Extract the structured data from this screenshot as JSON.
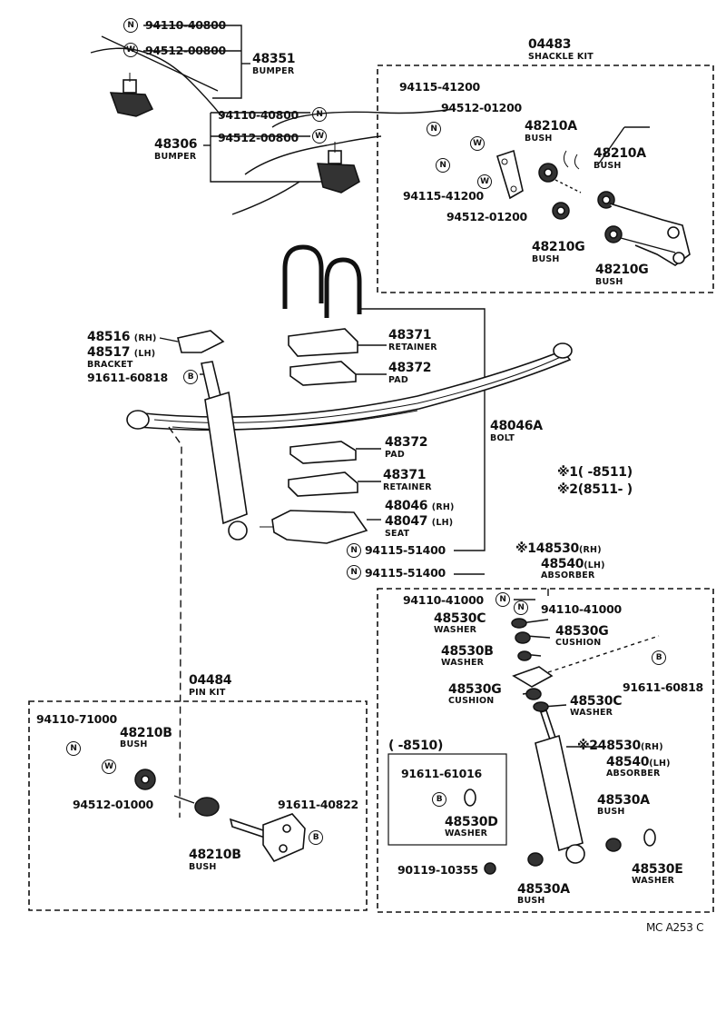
{
  "labels": {
    "nut_top1": "94110-40800",
    "washer_top1": "94512-00800",
    "bumper1_no": "48351",
    "bumper1_name": "BUMPER",
    "nut_top2": "94110-40800",
    "washer_top2": "94512-00800",
    "bumper2_no": "48306",
    "bumper2_name": "BUMPER",
    "shackle_kit_no": "04483",
    "shackle_kit_name": "SHACKLE KIT",
    "sk_nut1": "94115-41200",
    "sk_washer1": "94512-01200",
    "sk_bush1_no": "48210A",
    "sk_bush1_name": "BUSH",
    "sk_bush2_no": "48210A",
    "sk_bush2_name": "BUSH",
    "sk_nut2": "94115-41200",
    "sk_washer2": "94512-01200",
    "sk_bush3_no": "48210G",
    "sk_bush3_name": "BUSH",
    "sk_bush4_no": "48210G",
    "sk_bush4_name": "BUSH",
    "bracket_rh": "48516",
    "bracket_rh_side": "(RH)",
    "bracket_lh": "48517",
    "bracket_lh_side": "(LH)",
    "bracket_name": "BRACKET",
    "bolt_b1": "91611-60818",
    "retainer1_no": "48371",
    "retainer1_name": "RETAINER",
    "pad1_no": "48372",
    "pad1_name": "PAD",
    "ubolt_no": "48046A",
    "ubolt_name": "BOLT",
    "pad2_no": "48372",
    "pad2_name": "PAD",
    "retainer2_no": "48371",
    "retainer2_name": "RETAINER",
    "seat_rh": "48046",
    "seat_rh_side": "(RH)",
    "seat_lh": "48047",
    "seat_lh_side": "(LH)",
    "seat_name": "SEAT",
    "nut_seat1": "94115-51400",
    "nut_seat2": "94115-51400",
    "legend1_mark": "※1",
    "legend1_range": "(      -8511)",
    "legend2_mark": "※2",
    "legend2_range": "(8511-        )",
    "abs1_mark": "※1",
    "abs1_rh": "48530",
    "abs1_rh_side": "(RH)",
    "abs1_lh": "48540",
    "abs1_lh_side": "(LH)",
    "abs1_name": "ABSORBER",
    "abs_nut1": "94110-41000",
    "abs_nut2": "94110-41000",
    "washer_c1_no": "48530C",
    "washer_c1_name": "WASHER",
    "cushion_g1_no": "48530G",
    "cushion_g1_name": "CUSHION",
    "washer_b_no": "48530B",
    "washer_b_name": "WASHER",
    "bolt_b2": "91611-60818",
    "cushion_g2_no": "48530G",
    "cushion_g2_name": "CUSHION",
    "washer_c2_no": "48530C",
    "washer_c2_name": "WASHER",
    "pin_kit_no": "04484",
    "pin_kit_name": "PIN KIT",
    "pk_nut": "94110-71000",
    "pk_bush1_no": "48210B",
    "pk_bush1_name": "BUSH",
    "pk_washer": "94512-01000",
    "pk_bolt": "91611-40822",
    "pk_bush2_no": "48210B",
    "pk_bush2_name": "BUSH",
    "sub_range": "(      -8510)",
    "sub_bolt": "91611-61016",
    "washer_d_no": "48530D",
    "washer_d_name": "WASHER",
    "abs2_mark": "※2",
    "abs2_rh": "48530",
    "abs2_rh_side": "(RH)",
    "abs2_lh": "48540",
    "abs2_lh_side": "(LH)",
    "abs2_name": "ABSORBER",
    "bush_a1_no": "48530A",
    "bush_a1_name": "BUSH",
    "bush_a2_no": "48530A",
    "bush_a2_name": "BUSH",
    "washer_e_no": "48530E",
    "washer_e_name": "WASHER",
    "small_bolt": "90119-10355",
    "footer_code": "MC  A253 C"
  },
  "marks": {
    "nut": "N",
    "washer": "W",
    "bolt": "B"
  }
}
